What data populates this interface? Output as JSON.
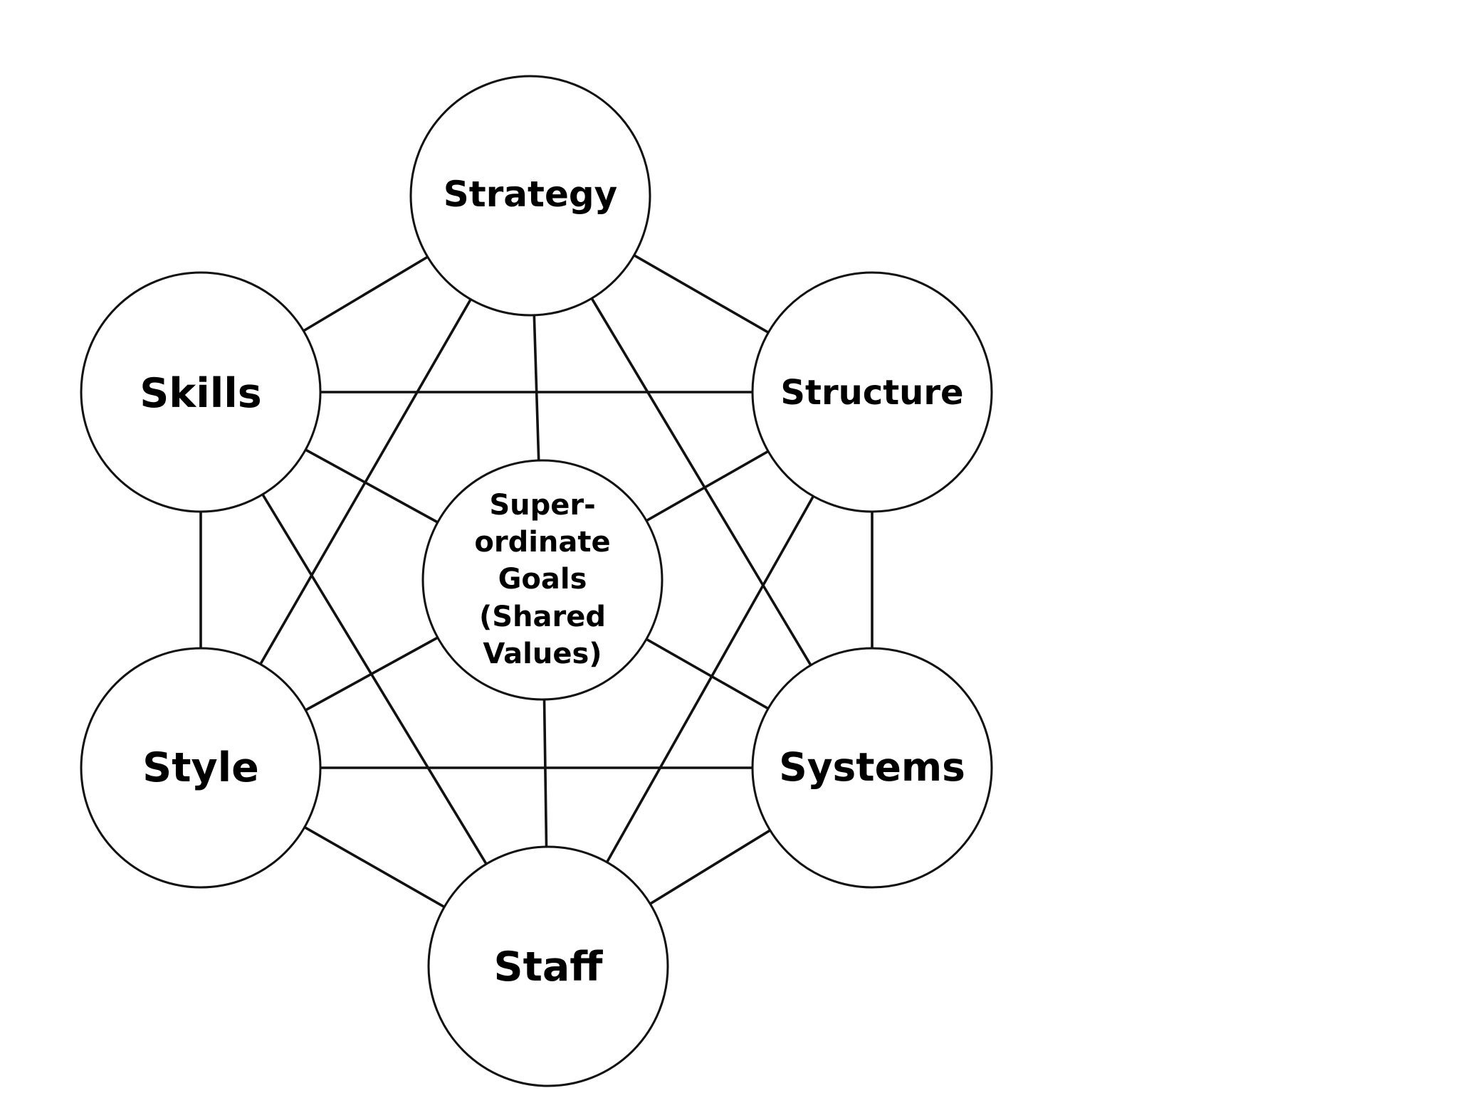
{
  "diagram": {
    "nodes": {
      "strategy": {
        "label": "Strategy"
      },
      "structure": {
        "label": "Structure"
      },
      "systems": {
        "label": "Systems"
      },
      "staff": {
        "label": "Staff"
      },
      "style": {
        "label": "Style"
      },
      "skills": {
        "label": "Skills"
      },
      "center": {
        "lines": [
          "Super-",
          "ordinate",
          "Goals",
          "(Shared",
          "Values)"
        ]
      }
    },
    "edges": [
      [
        "strategy",
        "structure"
      ],
      [
        "strategy",
        "skills"
      ],
      [
        "strategy",
        "center"
      ],
      [
        "strategy",
        "systems"
      ],
      [
        "strategy",
        "style"
      ],
      [
        "skills",
        "structure"
      ],
      [
        "skills",
        "center"
      ],
      [
        "skills",
        "style"
      ],
      [
        "skills",
        "staff"
      ],
      [
        "structure",
        "center"
      ],
      [
        "structure",
        "systems"
      ],
      [
        "structure",
        "staff"
      ],
      [
        "style",
        "center"
      ],
      [
        "style",
        "systems"
      ],
      [
        "style",
        "staff"
      ],
      [
        "systems",
        "center"
      ],
      [
        "systems",
        "staff"
      ],
      [
        "staff",
        "center"
      ]
    ],
    "colors": {
      "stroke": "#111111",
      "fill": "#ffffff",
      "text": "#000000"
    }
  }
}
